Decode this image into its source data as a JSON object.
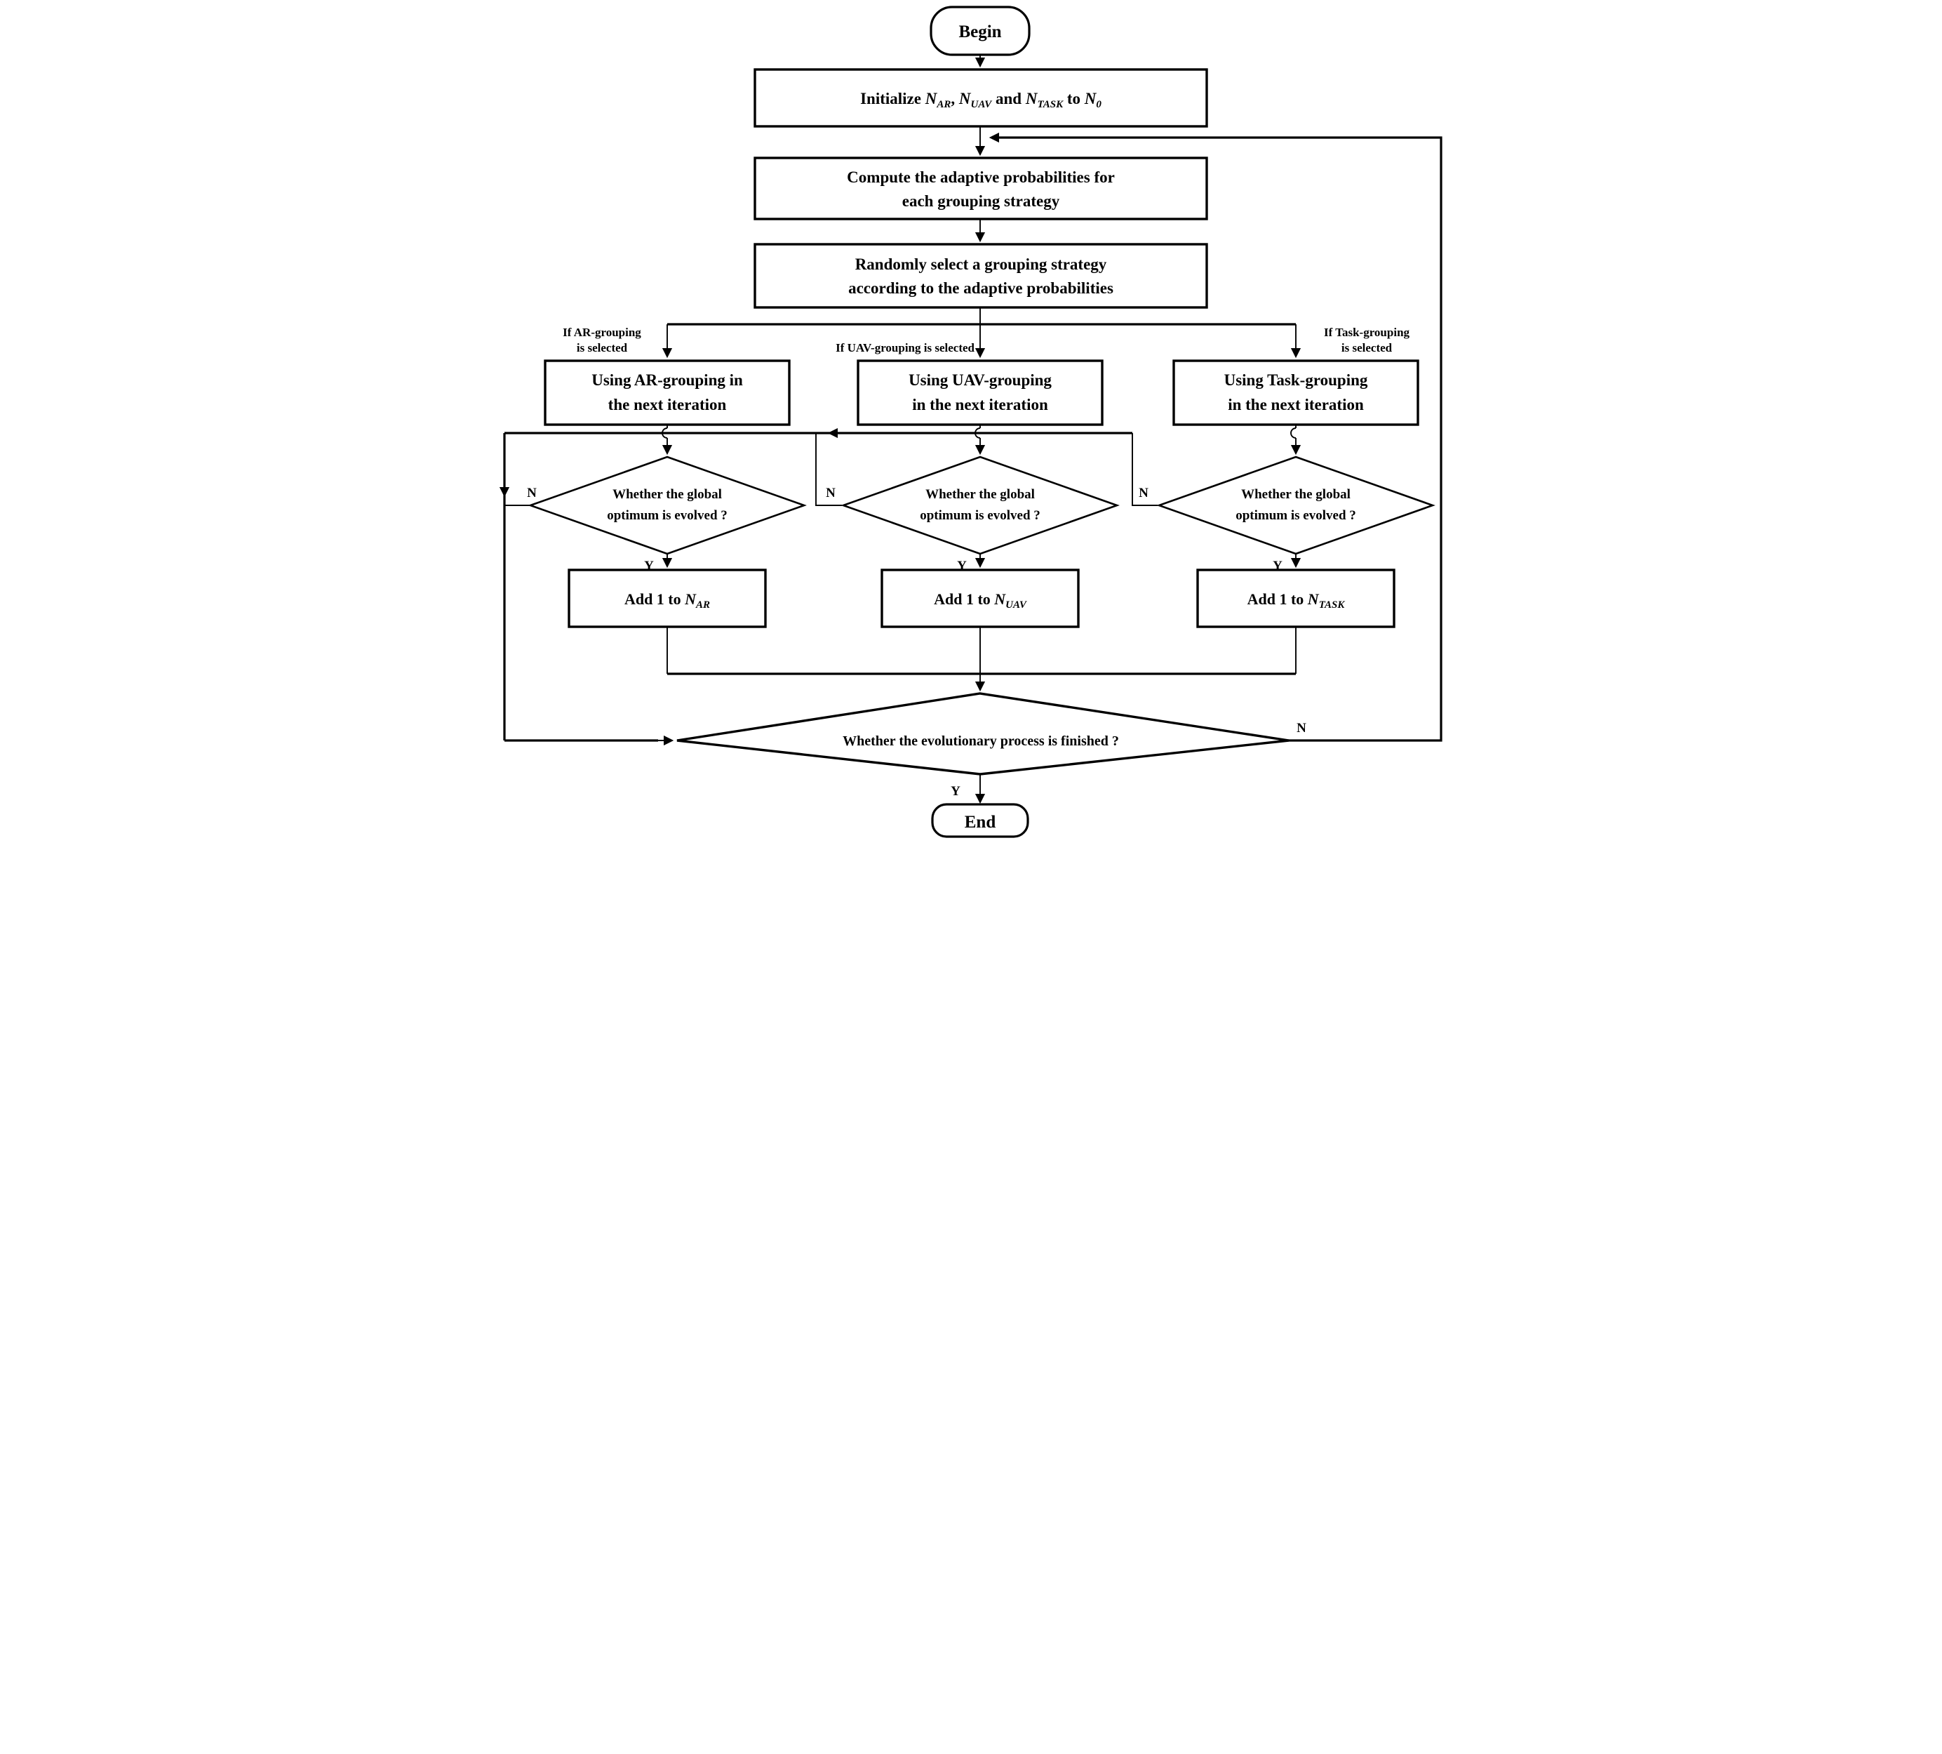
{
  "meta": {
    "type": "flowchart",
    "ink_color": "#000000",
    "background_color": "#ffffff"
  },
  "terminals": {
    "begin": "Begin",
    "end": "End"
  },
  "labels": {
    "yes": "Y",
    "no": "N"
  },
  "sym": {
    "n": "N",
    "ar": "AR",
    "uav": "UAV",
    "task": "TASK",
    "zero": "0"
  },
  "init": {
    "p1": "Initialize ",
    "p2": ", ",
    "p3": " and ",
    "p4": " to "
  },
  "compute": {
    "l1": "Compute the adaptive probabilities for",
    "l2": "each grouping strategy"
  },
  "random": {
    "l1": "Randomly select a grouping strategy",
    "l2": "according to the adaptive probabilities"
  },
  "branch": {
    "ar_l1": "If AR-grouping",
    "ar_l2": "is selected",
    "uav_l1": "If UAV-grouping is selected",
    "task_l1": "If Task-grouping",
    "task_l2": "is selected"
  },
  "using": {
    "ar_l1": "Using AR-grouping in",
    "ar_l2": "the next iteration",
    "uav_l1": "Using UAV-grouping",
    "uav_l2": "in the next iteration",
    "task_l1": "Using Task-grouping",
    "task_l2": "in the next iteration"
  },
  "evolve_check": {
    "l1": "Whether the global",
    "l2": "optimum is evolved ?"
  },
  "add": {
    "prefix": "Add 1 to "
  },
  "finish_check": {
    "l1": "Whether the evolutionary process is finished ?"
  }
}
